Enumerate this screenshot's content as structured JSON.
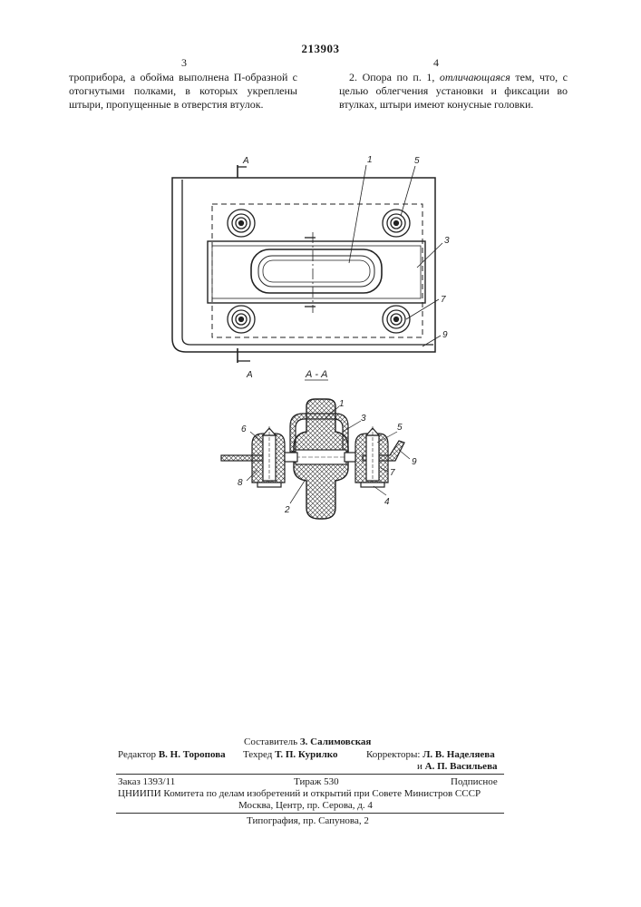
{
  "header": {
    "patent_number": "213903",
    "left_column_number": "3",
    "right_column_number": "4"
  },
  "left_column": {
    "text": "тро­прибора, а обойма выполнена П-образной с отогнутыми полками, в которых укреплены штыри, пропущенные в отверстия втулок."
  },
  "right_column": {
    "text_before": "2. Опора по п. 1, ",
    "text_italic": "отличающаяся",
    "text_after": " тем, что, с целью облегчения установки и фиксации во втулках, штыри имеют конусные головки."
  },
  "figure": {
    "section_marker_top": "А",
    "section_marker_bottom": "А",
    "section_title": "А - А",
    "top_view_labels": [
      "1",
      "5",
      "3",
      "7",
      "9"
    ],
    "section_labels": [
      "1",
      "3",
      "5",
      "6",
      "8",
      "2",
      "7",
      "4",
      "9"
    ]
  },
  "footer": {
    "compiler_label": "Составитель",
    "compiler_name": "З. Салимовская",
    "editor_label": "Редактор",
    "editor_name": "В. Н. Торопова",
    "techred_label": "Техред",
    "techred_name": "Т. П. Курилко",
    "correctors_label": "Корректоры:",
    "corrector_1": "Л. В. Наделяева",
    "corrector_2_prefix": "и",
    "corrector_2": "А. П. Васильева",
    "order": "Заказ 1393/11",
    "circulation": "Тираж 530",
    "subscription": "Подписное",
    "org_line": "ЦНИИПИ Комитета по делам изобретений и открытий при Совете Министров СССР",
    "address": "Москва, Центр, пр. Серова, д. 4",
    "printing": "Типография, пр. Сапунова, 2"
  }
}
